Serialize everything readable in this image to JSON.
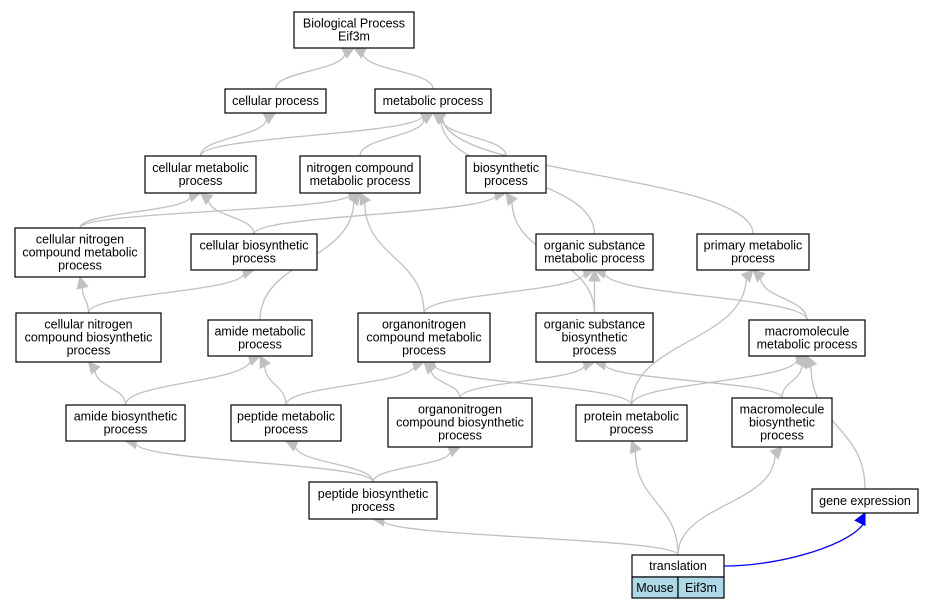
{
  "graph": {
    "edge_color": "#c0c0c0",
    "highlight_edge_color": "#0000ff",
    "tag_fill": "#add8e6",
    "nodes": [
      {
        "id": "bp",
        "lines": [
          "Biological Process",
          "Eif3m"
        ]
      },
      {
        "id": "cellular_process",
        "lines": [
          "cellular process"
        ]
      },
      {
        "id": "metabolic_process",
        "lines": [
          "metabolic process"
        ]
      },
      {
        "id": "cellular_metabolic",
        "lines": [
          "cellular metabolic",
          "process"
        ]
      },
      {
        "id": "nitrogen_compound",
        "lines": [
          "nitrogen compound",
          "metabolic process"
        ]
      },
      {
        "id": "biosynthetic",
        "lines": [
          "biosynthetic",
          "process"
        ]
      },
      {
        "id": "cellular_nitrogen_metabolic",
        "lines": [
          "cellular nitrogen",
          "compound metabolic",
          "process"
        ]
      },
      {
        "id": "cellular_biosynthetic",
        "lines": [
          "cellular biosynthetic",
          "process"
        ]
      },
      {
        "id": "organic_substance_metabolic",
        "lines": [
          "organic substance",
          "metabolic process"
        ]
      },
      {
        "id": "primary_metabolic",
        "lines": [
          "primary metabolic",
          "process"
        ]
      },
      {
        "id": "cellular_nitrogen_biosynthetic",
        "lines": [
          "cellular nitrogen",
          "compound biosynthetic",
          "process"
        ]
      },
      {
        "id": "amide_metabolic",
        "lines": [
          "amide metabolic",
          "process"
        ]
      },
      {
        "id": "organonitrogen_metabolic",
        "lines": [
          "organonitrogen",
          "compound metabolic",
          "process"
        ]
      },
      {
        "id": "organic_substance_biosynthetic",
        "lines": [
          "organic substance",
          "biosynthetic",
          "process"
        ]
      },
      {
        "id": "macromolecule_metabolic",
        "lines": [
          "macromolecule",
          "metabolic process"
        ]
      },
      {
        "id": "amide_biosynthetic",
        "lines": [
          "amide biosynthetic",
          "process"
        ]
      },
      {
        "id": "peptide_metabolic",
        "lines": [
          "peptide metabolic",
          "process"
        ]
      },
      {
        "id": "organonitrogen_biosynthetic",
        "lines": [
          "organonitrogen",
          "compound biosynthetic",
          "process"
        ]
      },
      {
        "id": "protein_metabolic",
        "lines": [
          "protein metabolic",
          "process"
        ]
      },
      {
        "id": "macromolecule_biosynthetic",
        "lines": [
          "macromolecule",
          "biosynthetic",
          "process"
        ]
      },
      {
        "id": "peptide_biosynthetic",
        "lines": [
          "peptide biosynthetic",
          "process"
        ]
      },
      {
        "id": "gene_expression",
        "lines": [
          "gene expression"
        ]
      },
      {
        "id": "translation",
        "lines": [
          "translation"
        ],
        "tags": [
          "Mouse",
          "Eif3m"
        ]
      }
    ],
    "edges": [
      {
        "from": "cellular_process",
        "to": "bp"
      },
      {
        "from": "metabolic_process",
        "to": "bp"
      },
      {
        "from": "cellular_metabolic",
        "to": "cellular_process"
      },
      {
        "from": "cellular_metabolic",
        "to": "metabolic_process"
      },
      {
        "from": "nitrogen_compound",
        "to": "metabolic_process"
      },
      {
        "from": "biosynthetic",
        "to": "metabolic_process"
      },
      {
        "from": "organic_substance_metabolic",
        "to": "metabolic_process"
      },
      {
        "from": "primary_metabolic",
        "to": "metabolic_process"
      },
      {
        "from": "cellular_nitrogen_metabolic",
        "to": "cellular_metabolic"
      },
      {
        "from": "cellular_nitrogen_metabolic",
        "to": "nitrogen_compound"
      },
      {
        "from": "cellular_biosynthetic",
        "to": "cellular_metabolic"
      },
      {
        "from": "cellular_biosynthetic",
        "to": "biosynthetic"
      },
      {
        "from": "cellular_nitrogen_biosynthetic",
        "to": "cellular_nitrogen_metabolic"
      },
      {
        "from": "cellular_nitrogen_biosynthetic",
        "to": "cellular_biosynthetic"
      },
      {
        "from": "amide_metabolic",
        "to": "nitrogen_compound"
      },
      {
        "from": "organonitrogen_metabolic",
        "to": "nitrogen_compound"
      },
      {
        "from": "organonitrogen_metabolic",
        "to": "organic_substance_metabolic"
      },
      {
        "from": "organic_substance_biosynthetic",
        "to": "biosynthetic"
      },
      {
        "from": "organic_substance_biosynthetic",
        "to": "organic_substance_metabolic"
      },
      {
        "from": "macromolecule_metabolic",
        "to": "organic_substance_metabolic"
      },
      {
        "from": "macromolecule_metabolic",
        "to": "primary_metabolic"
      },
      {
        "from": "amide_biosynthetic",
        "to": "cellular_nitrogen_biosynthetic"
      },
      {
        "from": "amide_biosynthetic",
        "to": "amide_metabolic"
      },
      {
        "from": "peptide_metabolic",
        "to": "amide_metabolic"
      },
      {
        "from": "peptide_metabolic",
        "to": "organonitrogen_metabolic"
      },
      {
        "from": "organonitrogen_biosynthetic",
        "to": "organonitrogen_metabolic"
      },
      {
        "from": "organonitrogen_biosynthetic",
        "to": "organic_substance_biosynthetic"
      },
      {
        "from": "protein_metabolic",
        "to": "organonitrogen_metabolic"
      },
      {
        "from": "protein_metabolic",
        "to": "primary_metabolic"
      },
      {
        "from": "protein_metabolic",
        "to": "macromolecule_metabolic"
      },
      {
        "from": "macromolecule_biosynthetic",
        "to": "organic_substance_biosynthetic"
      },
      {
        "from": "macromolecule_biosynthetic",
        "to": "macromolecule_metabolic"
      },
      {
        "from": "peptide_biosynthetic",
        "to": "amide_biosynthetic"
      },
      {
        "from": "peptide_biosynthetic",
        "to": "peptide_metabolic"
      },
      {
        "from": "peptide_biosynthetic",
        "to": "organonitrogen_biosynthetic"
      },
      {
        "from": "gene_expression",
        "to": "macromolecule_metabolic"
      },
      {
        "from": "translation",
        "to": "peptide_biosynthetic"
      },
      {
        "from": "translation",
        "to": "protein_metabolic"
      },
      {
        "from": "translation",
        "to": "macromolecule_biosynthetic"
      },
      {
        "from": "translation",
        "to": "gene_expression",
        "highlight": true
      }
    ]
  }
}
